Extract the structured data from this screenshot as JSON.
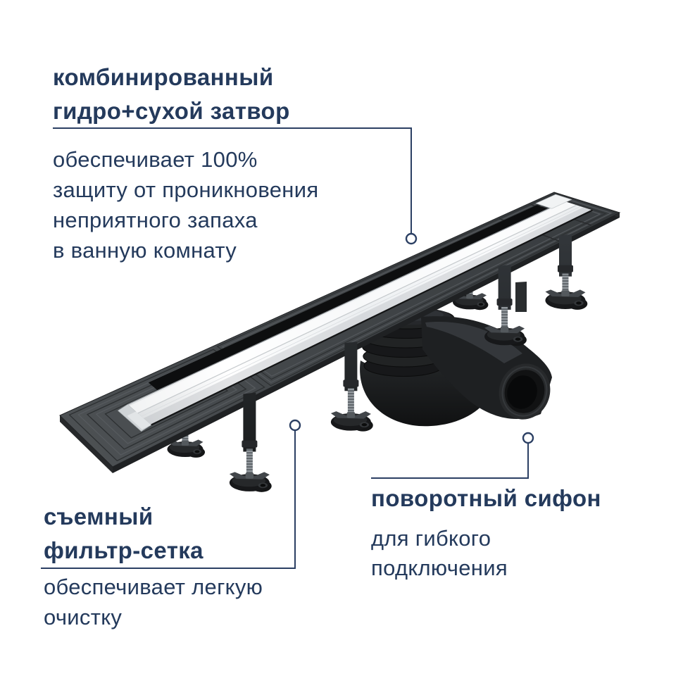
{
  "colors": {
    "accent_navy": "#2b3f63",
    "text_navy": "#243a5c",
    "frame_gray": "#43474a",
    "chrome_white": "#f4f6f7",
    "plastic_black": "#1c1d1e",
    "background": "#ffffff"
  },
  "callouts": {
    "combined_seal": {
      "title": [
        "комбинированный",
        "гидро+сухой затвор"
      ],
      "description": [
        "обеспечивает 100%",
        "защиту от проникновения",
        "неприятного запаха",
        "в ванную комнату"
      ]
    },
    "removable_filter": {
      "title": [
        "съемный",
        "фильтр-сетка"
      ],
      "description": [
        "обеспечивает легкую",
        "очистку"
      ]
    },
    "swivel_siphon": {
      "title": [
        "поворотный сифон"
      ],
      "description": [
        "для гибкого",
        "подключения"
      ]
    }
  },
  "product_parts": [
    "drain-channel",
    "chrome-cover-strip",
    "drain-slot",
    "flange-plate",
    "leveling-legs",
    "corrugated-siphon",
    "outlet-pipe"
  ]
}
